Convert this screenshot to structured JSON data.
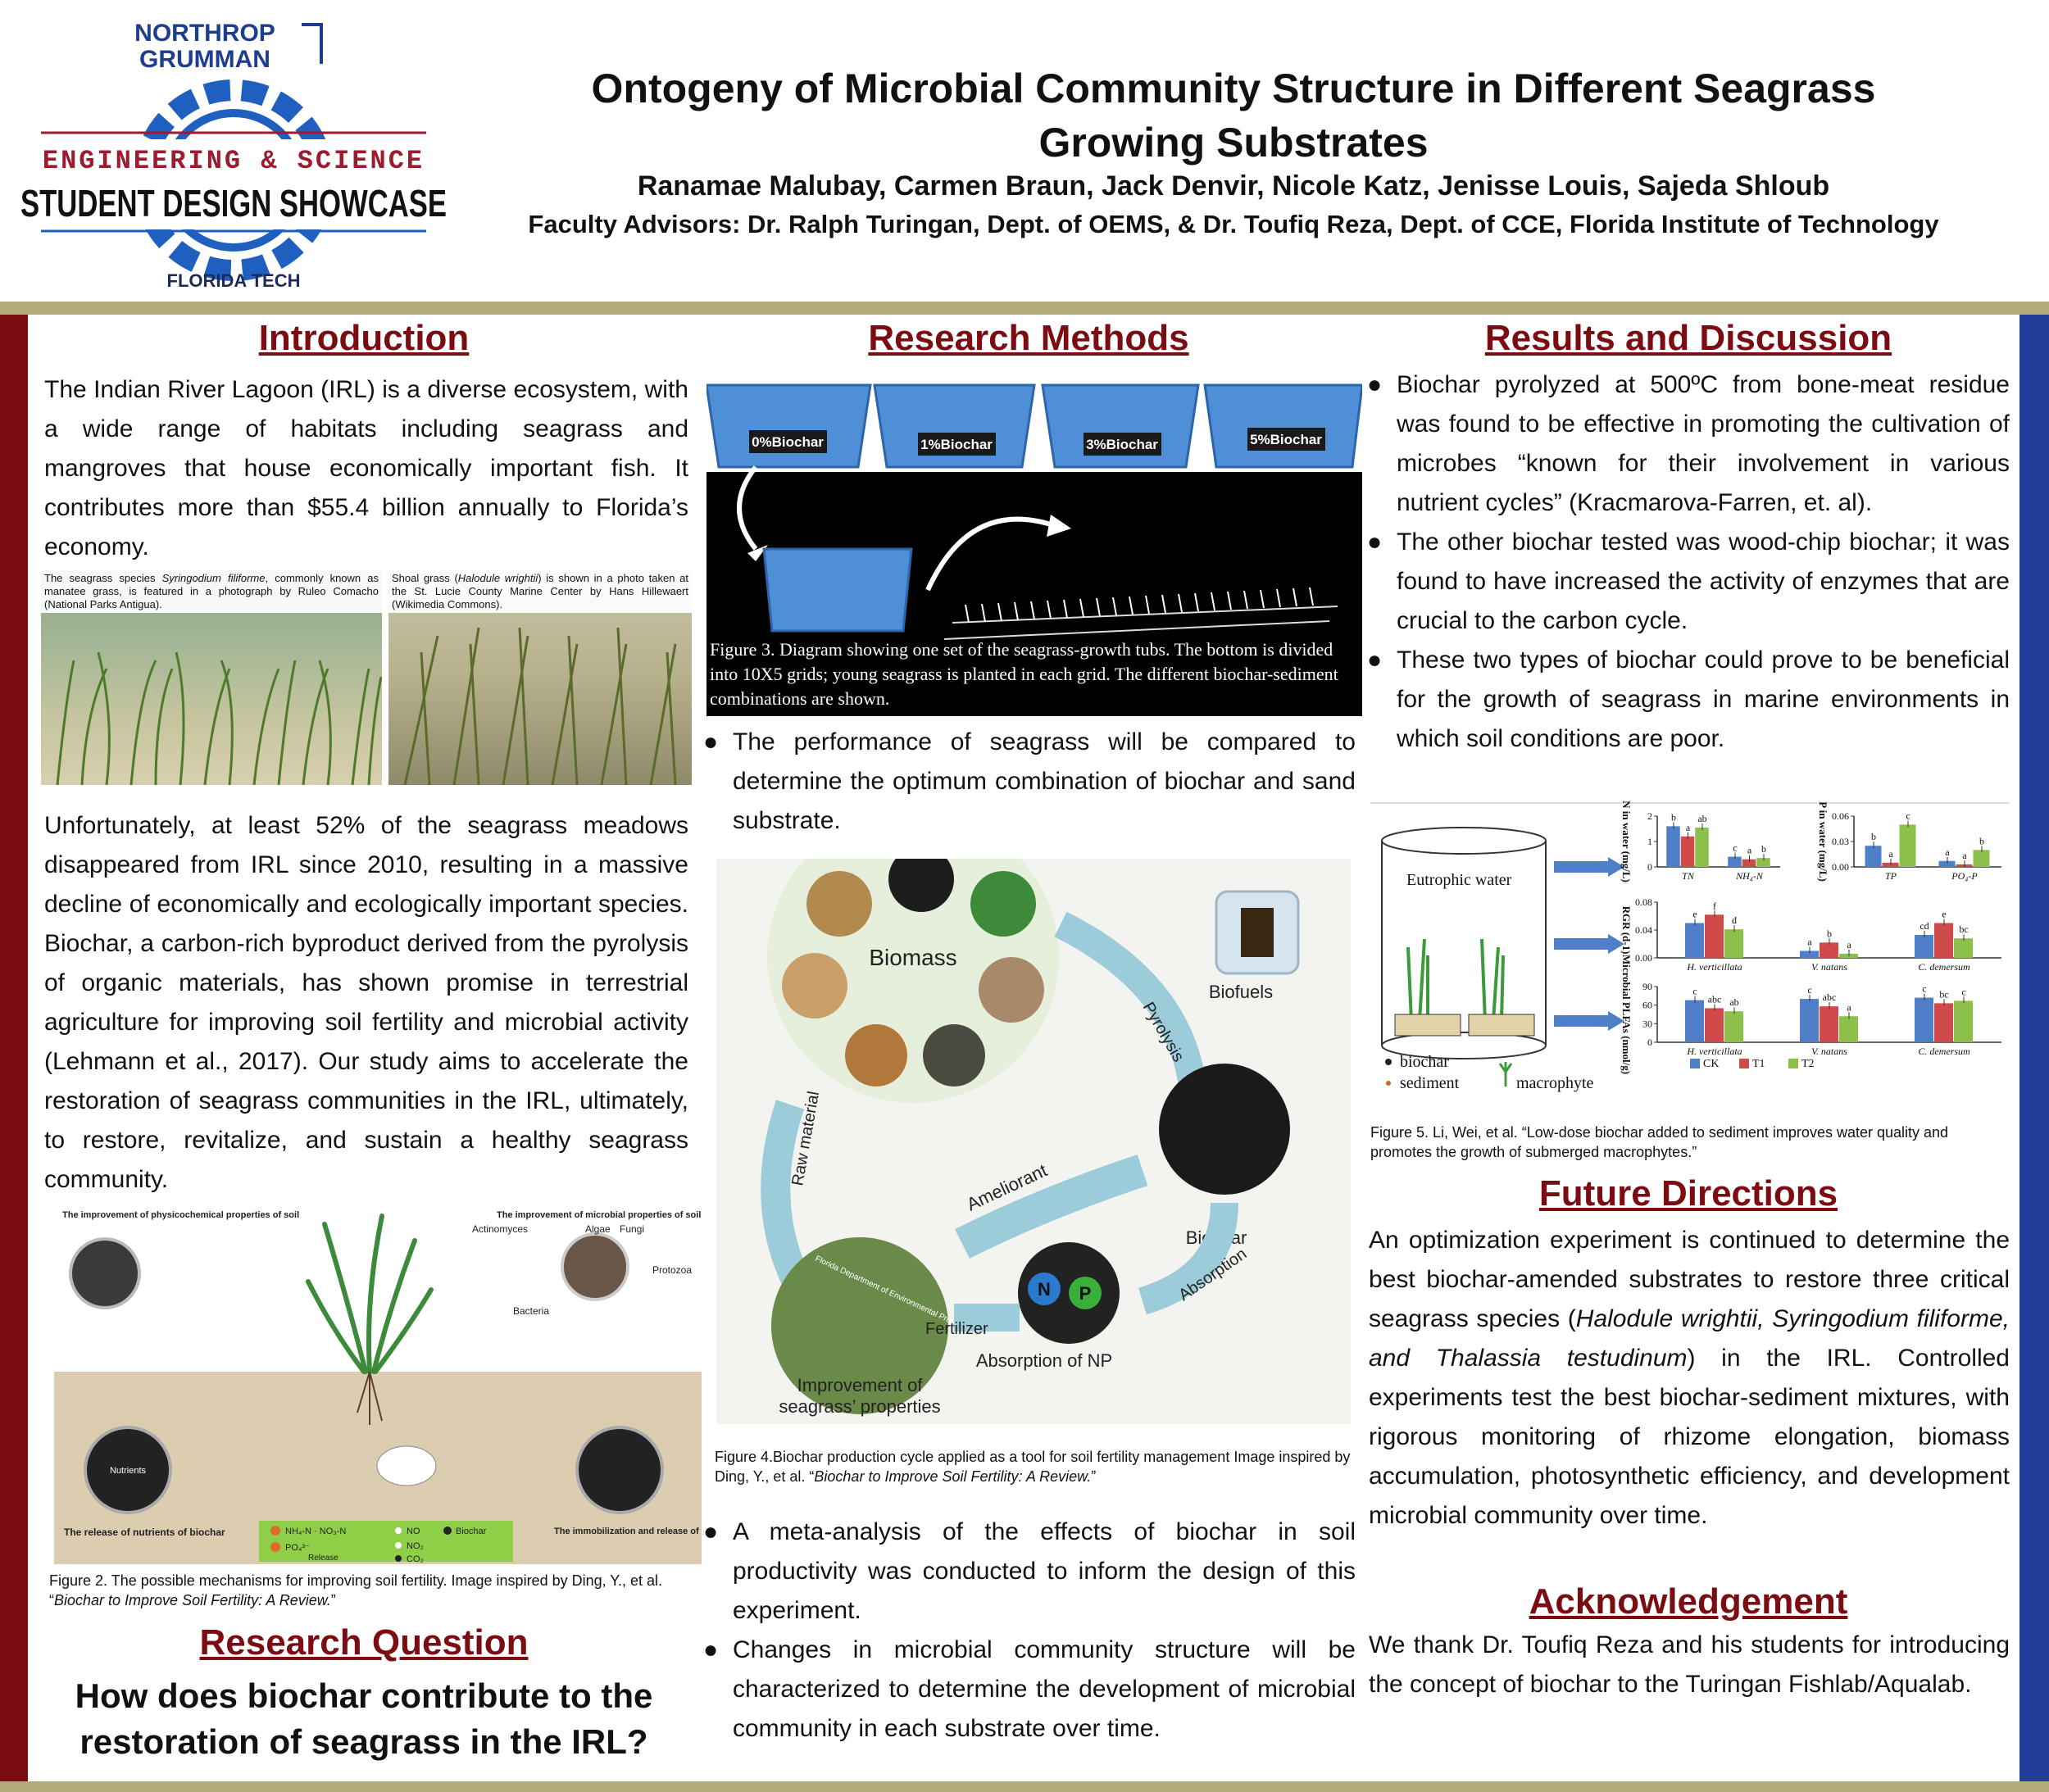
{
  "header": {
    "logo": {
      "company_line1": "NORTHROP",
      "company_line2": "GRUMMAN",
      "showcase_line1": "ENGINEERING & SCIENCE",
      "showcase_line2": "STUDENT DESIGN SHOWCASE",
      "school": "FLORIDA TECH"
    },
    "title_line1": "Ontogeny of Microbial Community Structure in Different Seagrass",
    "title_line2": "Growing Substrates",
    "authors": "Ranamae Malubay, Carmen Braun, Jack Denvir, Nicole Katz, Jenisse Louis, Sajeda Shloub",
    "advisors": "Faculty Advisors: Dr. Ralph Turingan, Dept. of OEMS, & Dr. Toufiq Reza, Dept. of CCE, Florida Institute of Technology"
  },
  "colors": {
    "band_gold": "#b3a97a",
    "band_maroon": "#7a0c12",
    "band_blue": "#203f9a",
    "heading": "#7a0c12"
  },
  "intro": {
    "heading": "Introduction",
    "p1": "The Indian River Lagoon (IRL) is a diverse ecosystem, with a wide range of habitats including seagrass and mangroves that house economically important fish. It contributes more than $55.4 billion annually to Florida’s economy.",
    "photo1_caption_pre": "The seagrass species ",
    "photo1_caption_italic": "Syringodium filiforme",
    "photo1_caption_post": ", commonly known as manatee grass, is featured in a photograph by Ruleo Comacho (National Parks Antigua).",
    "photo2_caption_pre": "Shoal grass (",
    "photo2_caption_italic": "Halodule wrightii",
    "photo2_caption_post": ") is shown in a photo taken at the St. Lucie County Marine Center by Hans Hillewaert (Wikimedia Commons).",
    "p2": "Unfortunately, at least 52% of the seagrass meadows disappeared from IRL since 2010, resulting in a massive decline of economically and ecologically important species. Biochar, a carbon-rich byproduct derived from the pyrolysis of organic materials, has shown promise in terrestrial agriculture for improving soil fertility and microbial activity (Lehmann et al., 2017). Our study aims to accelerate the restoration of seagrass communities in the IRL, ultimately, to restore, revitalize, and sustain a healthy seagrass community.",
    "fig2": {
      "label_phys": "The improvement of physicochemical properties of soil",
      "label_micro": "The improvement of microbial properties of soil",
      "actinomyces": "Actinomyces",
      "algae": "Algae",
      "fungi": "Fungi",
      "protozoa": "Protozoa",
      "bacteria": "Bacteria",
      "nutrients": "Nutrients",
      "release_label": "The release of nutrients of biochar",
      "immob_label": "The immobilization and release of nutrients in soil",
      "legend_nh": "NH₄-N · NO₃-N",
      "legend_po": "PO₄³⁻",
      "legend_release": "Release",
      "legend_no": "NO",
      "legend_no2": "NO₂",
      "legend_co2": "CO₂",
      "legend_biochar": "Biochar",
      "caption_pre": "Figure 2. The possible mechanisms for improving soil fertility. Image inspired by Ding, Y., et al. “",
      "caption_italic": "Biochar to Improve Soil Fertility: A Review.",
      "caption_post": "”"
    }
  },
  "question": {
    "heading": "Research Question",
    "text_line1": "How does biochar contribute to the",
    "text_line2": "restoration of seagrass in the IRL?"
  },
  "methods": {
    "heading": "Research Methods",
    "fig3": {
      "tubs": [
        "0%Biochar",
        "1%Biochar",
        "3%Biochar",
        "5%Biochar"
      ],
      "caption": "Figure 3. Diagram showing one set of the seagrass-growth tubs. The bottom is divided into 10X5 grids; young seagrass is planted in each grid. The different biochar-sediment combinations are shown."
    },
    "bullet1": "The performance of seagrass will be compared to determine the optimum combination of biochar and sand substrate.",
    "fig4": {
      "biomass": "Biomass",
      "biofuels": "Biofuels",
      "pyrolysis": "Pyrolysis",
      "raw_material": "Raw material",
      "ameliorant": "Ameliorant",
      "biochar": "Biochar",
      "absorption": "Absorption",
      "fertilizer": "Fertilizer",
      "absorption_np": "Absorption of NP",
      "improvement_line1": "Improvement of",
      "improvement_line2": "seagrass’ properties",
      "n": "N",
      "p": "P",
      "photo_credit": "Florida Department of Environmental Protection",
      "caption_pre": "Figure 4.Biochar production cycle applied as a tool for soil fertility management Image inspired by Ding, Y., et al. “",
      "caption_italic": "Biochar to Improve Soil Fertility: A Review.",
      "caption_post": "”"
    },
    "bullet2": "A meta-analysis of the effects of biochar in soil productivity was conducted to inform the design of this experiment.",
    "bullet3": "Changes in microbial community structure will be characterized to determine the development of microbial community in each substrate over time."
  },
  "results": {
    "heading": "Results and Discussion",
    "bullet1": "Biochar pyrolyzed at 500ºC from bone-meat residue was found to be effective in promoting the cultivation of microbes “known for their involvement in various nutrient cycles” (Kracmarova-Farren, et. al).",
    "bullet2": "The other biochar tested was wood-chip biochar; it was found to have increased the activity of enzymes that are crucial to the carbon cycle.",
    "bullet3": "These two types of biochar could prove to be beneficial for the growth of seagrass in marine environments in which soil conditions are poor.",
    "fig5": {
      "eutrophic": "Eutrophic water",
      "legend_biochar": "biochar",
      "legend_sediment": "sediment",
      "legend_macrophyte": "macrophyte",
      "caption": "Figure 5. Li, Wei, et al. “Low-dose biochar added to sediment improves water quality and promotes the growth of submerged macrophytes.”"
    }
  },
  "chart_data": [
    {
      "type": "bar",
      "ylabel": "N in water (mg/L)",
      "categories": [
        "TN",
        "NH₄-N"
      ],
      "ylim": [
        0,
        2
      ],
      "yticks": [
        "0",
        "1",
        "2"
      ],
      "series": [
        {
          "name": "CK",
          "values": [
            1.6,
            0.4
          ],
          "letters": [
            "b",
            "c"
          ]
        },
        {
          "name": "T1",
          "values": [
            1.2,
            0.3
          ],
          "letters": [
            "a",
            "a"
          ]
        },
        {
          "name": "T2",
          "values": [
            1.55,
            0.35
          ],
          "letters": [
            "ab",
            "b"
          ]
        }
      ]
    },
    {
      "type": "bar",
      "ylabel": "P in water (mg/L)",
      "categories": [
        "TP",
        "PO₄-P"
      ],
      "ylim": [
        0,
        0.06
      ],
      "yticks": [
        "0.00",
        "0.03",
        "0.06"
      ],
      "series": [
        {
          "name": "CK",
          "values": [
            0.025,
            0.007
          ],
          "letters": [
            "b",
            "a"
          ]
        },
        {
          "name": "T1",
          "values": [
            0.005,
            0.003
          ],
          "letters": [
            "a",
            "a"
          ]
        },
        {
          "name": "T2",
          "values": [
            0.05,
            0.02
          ],
          "letters": [
            "c",
            "b"
          ]
        }
      ]
    },
    {
      "type": "bar",
      "ylabel": "RGR (d-1)",
      "categories": [
        "H. verticillata",
        "V. natans",
        "C. demersum"
      ],
      "ylim": [
        0,
        0.08
      ],
      "yticks": [
        "0.00",
        "0.04",
        "0.08"
      ],
      "series": [
        {
          "name": "CK",
          "values": [
            0.05,
            0.01,
            0.033
          ],
          "letters": [
            "e",
            "a",
            "cd"
          ]
        },
        {
          "name": "T1",
          "values": [
            0.062,
            0.022,
            0.05
          ],
          "letters": [
            "f",
            "b",
            "e"
          ]
        },
        {
          "name": "T2",
          "values": [
            0.041,
            0.006,
            0.028
          ],
          "letters": [
            "d",
            "a",
            "bc"
          ]
        }
      ]
    },
    {
      "type": "bar",
      "ylabel": "Microbial PLFAs (nmol/g)",
      "categories": [
        "H. verticillata",
        "V. natans",
        "C. demersum"
      ],
      "ylim": [
        0,
        90
      ],
      "yticks": [
        "0",
        "30",
        "60",
        "90"
      ],
      "series": [
        {
          "name": "CK",
          "values": [
            68,
            70,
            72
          ],
          "letters": [
            "c",
            "c",
            "c"
          ]
        },
        {
          "name": "T1",
          "values": [
            55,
            58,
            63
          ],
          "letters": [
            "abc",
            "abc",
            "bc"
          ]
        },
        {
          "name": "T2",
          "values": [
            50,
            42,
            67
          ],
          "letters": [
            "ab",
            "a",
            "c"
          ]
        }
      ],
      "legend": [
        "CK",
        "T1",
        "T2"
      ]
    }
  ],
  "future": {
    "heading": "Future Directions",
    "text_pre": "An optimization experiment is continued to determine the best biochar-amended substrates to restore three critical seagrass species (",
    "text_italic": "Halodule wrightii, Syringodium filiforme, and Thalassia testudinum",
    "text_post": ") in the IRL. Controlled experiments test the best biochar-sediment mixtures, with rigorous monitoring of rhizome elongation, biomass accumulation, photosynthetic efficiency, and development microbial community over time."
  },
  "ack": {
    "heading": "Acknowledgement",
    "text": "We thank Dr. Toufiq Reza and his students for introducing the concept of biochar to the Turingan Fishlab/Aqualab."
  },
  "bullet_glyph": "●"
}
